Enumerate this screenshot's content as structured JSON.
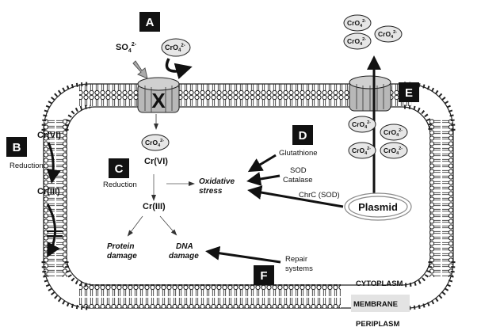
{
  "panels": {
    "A": "A",
    "B": "B",
    "C": "C",
    "D": "D",
    "E": "E",
    "F": "F"
  },
  "ions": {
    "sulfate": "SO",
    "sulfate_sub": "4",
    "sulfate_sup": "2-",
    "chromate": "CrO",
    "chromate_sub": "4",
    "chromate_sup": "2-"
  },
  "transporter_mark": "X",
  "panel_b": {
    "cr6": "Cr(VI)",
    "reduction": "Reduction",
    "cr3": "Cr(III)"
  },
  "panel_c": {
    "cr6": "Cr(VI)",
    "reduction": "Reduction",
    "cr3": "Cr(III)",
    "oxidative_line1": "Oxidative",
    "oxidative_line2": "stress",
    "protein_line1": "Protein",
    "protein_line2": "damage",
    "dna_line1": "DNA",
    "dna_line2": "damage"
  },
  "panel_d": {
    "glutathione": "Glutathione",
    "sod": "SOD",
    "catalase": "Catalase",
    "chrc": "ChrC (SOD)",
    "plasmid": "Plasmid"
  },
  "panel_f": {
    "repair_line1": "Repair",
    "repair_line2": "systems"
  },
  "compartments": {
    "cytoplasm": "CYTOPLASM",
    "membrane": "MEMBRANE",
    "periplasm": "PERIPLASM"
  }
}
